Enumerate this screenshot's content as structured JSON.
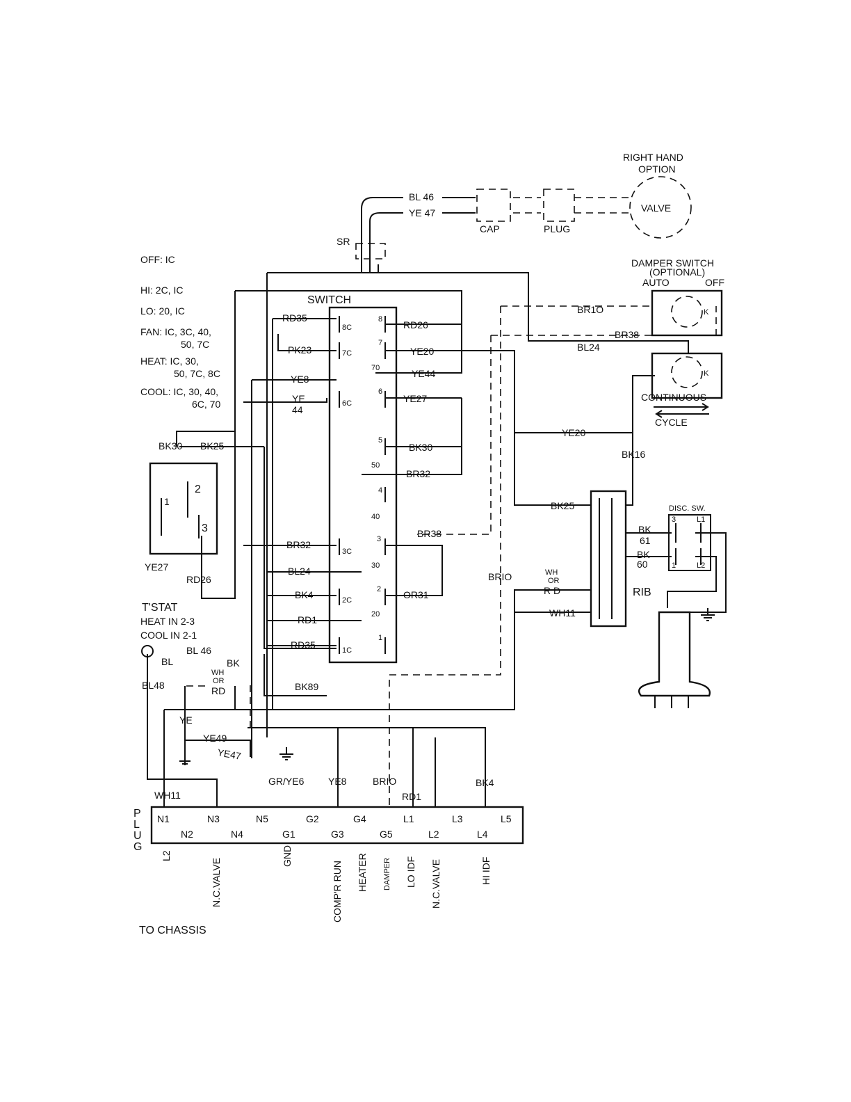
{
  "modes": {
    "off": "OFF: IC",
    "hi": "HI: 2C, IC",
    "lo": "LO: 20, IC",
    "fan1": "FAN: IC, 3C, 40,",
    "fan2": "50, 7C",
    "heat1": "HEAT: IC, 30,",
    "heat2": "50, 7C, 8C",
    "cool1": "COOL: IC, 30, 40,",
    "cool2": "6C, 70"
  },
  "valve": {
    "title1": "RIGHT HAND",
    "title2": "OPTION",
    "valve": "VALVE",
    "cap": "CAP",
    "plug": "PLUG",
    "sr": "SR",
    "bl46": "BL 46",
    "ye47": "YE 47"
  },
  "damper": {
    "title1": "DAMPER  SWITCH",
    "title2": "(OPTIONAL)",
    "auto": "AUTO",
    "off": "OFF",
    "k1": "K",
    "k2": "K",
    "continuous": "CONTINUOUS",
    "cycle": "CYCLE"
  },
  "switch": {
    "title": "SWITCH",
    "contacts": {
      "c8c": "8C",
      "c7c": "7C",
      "c6c": "6C",
      "c3c": "3C",
      "c2c": "2C",
      "c1c": "1C",
      "n8": "8",
      "n7": "7",
      "n70": "70",
      "n6": "6",
      "n5": "5",
      "n50": "50",
      "n4": "4",
      "n40": "40",
      "n3": "3",
      "n30": "30",
      "n2": "2",
      "n20": "20",
      "n1": "1"
    }
  },
  "wires": {
    "rd35a": "RD35",
    "pk23": "PK23",
    "ye8a": "YE8",
    "ye44a": "YE",
    "ye44b": "44",
    "rd26a": "RD26",
    "ye20a": "YE20",
    "ye44c": "YE44",
    "ye27a": "YE27",
    "bk30a": "BK30",
    "br32a": "BR32",
    "br38a": "BR38",
    "or31": "OR31",
    "br32b": "BR32",
    "bl24a": "BL24",
    "bk4a": "BK4",
    "rd1a": "RD1",
    "rd35b": "RD35",
    "bk89": "BK89",
    "br10a": "BR1O",
    "br10b": "BRIO",
    "br38b": "BR38",
    "bl24b": "BL24",
    "ye20b": "YE20",
    "bk16": "BK16",
    "bk25a": "BK25",
    "bk30b": "BK30",
    "bk25b": "BK25",
    "ye27b": "YE27",
    "rd26b": "RD26",
    "wh": "WH",
    "or": "OR",
    "rd": "R D",
    "wh11": "WH11",
    "bk61a": "BK",
    "bk61b": "61",
    "bk60a": "BK",
    "bk60b": "60",
    "rib": "RIB",
    "bl46b": "BL 46",
    "bl": "BL",
    "bk": "BK",
    "bl48": "BL48",
    "wh2": "WH",
    "or2": "OR",
    "rd2": "RD",
    "ye": "YE",
    "ye49": "YE49",
    "ye47b": "YE47",
    "wh11b": "WH11",
    "gr": "GR/YE6",
    "ye8b": "YE8",
    "br10c": "BRIO",
    "rd1b": "RD1",
    "bk4b": "BK4"
  },
  "tstat": {
    "title": "T'STAT",
    "heat": "HEAT IN  2-3",
    "cool": "COOL IN  2-1",
    "p1": "1",
    "p2": "2",
    "p3": "3"
  },
  "disc": {
    "title": "DISC. SW.",
    "p3": "3",
    "pl1": "L1",
    "p1": "1",
    "pl2": "L2"
  },
  "plug": {
    "label": [
      "P",
      "L",
      "U",
      "G"
    ],
    "row1": [
      "N1",
      "N3",
      "N5",
      "G2",
      "G4",
      "L1",
      "L3",
      "L5"
    ],
    "row2": [
      "N2",
      "N4",
      "G1",
      "G3",
      "G5",
      "L2",
      "L4"
    ],
    "below": [
      "L2",
      "N.C.VALVE",
      "GND",
      "COMP'R RUN",
      "HEATER",
      "DAMPER",
      "LO IDF",
      "N.C.VALVE",
      "HI IDF"
    ]
  },
  "footer": "TO  CHASSIS"
}
